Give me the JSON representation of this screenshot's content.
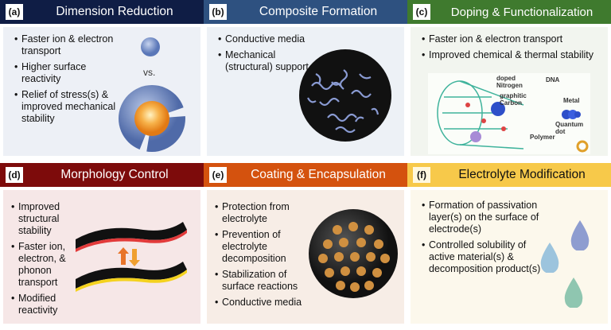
{
  "panels": [
    {
      "id": "a",
      "tag": "(a)",
      "title": "Dimension Reduction",
      "header_color": "#0f1d45",
      "bg": "#edf0f6",
      "bullets": [
        "Faster ion & electron transport",
        "Higher surface reactivity",
        "Relief of stress(s) & improved mechanical stability"
      ],
      "figure": {
        "label": "vs."
      }
    },
    {
      "id": "b",
      "tag": "(b)",
      "title": "Composite Formation",
      "header_color": "#2e5180",
      "bg": "#edf1f6",
      "bullets": [
        "Conductive media",
        "Mechanical (structural) support"
      ]
    },
    {
      "id": "c",
      "tag": "(c)",
      "title": "Doping & Functionalization",
      "header_color": "#3f7a2e",
      "bg": "#f2f5ef",
      "bullets": [
        "Faster ion & electron transport",
        "Improved chemical  & thermal stability"
      ],
      "figure": {
        "labels": [
          "doped Nitrogen",
          "graphitic Carbon",
          "DNA",
          "Metal",
          "Quantum dot",
          "Polymer"
        ]
      }
    },
    {
      "id": "d",
      "tag": "(d)",
      "title": "Morphology Control",
      "header_color": "#7d0b0b",
      "bg": "#f6e7e7",
      "bullets": [
        "Improved structural stability",
        "Faster ion, electron, & phonon transport",
        "Modified reactivity"
      ]
    },
    {
      "id": "e",
      "tag": "(e)",
      "title": "Coating & Encapsulation",
      "header_color": "#d4520e",
      "bg": "#f7ede6",
      "bullets": [
        "Protection from electrolyte",
        "Prevention of electrolyte decomposition",
        "Stabilization of surface reactions",
        "Conductive media"
      ]
    },
    {
      "id": "f",
      "tag": "(f)",
      "title": "Electrolyte Modification",
      "header_color": "#f7c94a",
      "bg": "#fcf8ec",
      "bullets": [
        "Formation of passivation layer(s) on the surface of electrode(s)",
        "Controlled solubility of active material(s) & decomposition product(s)"
      ]
    }
  ]
}
